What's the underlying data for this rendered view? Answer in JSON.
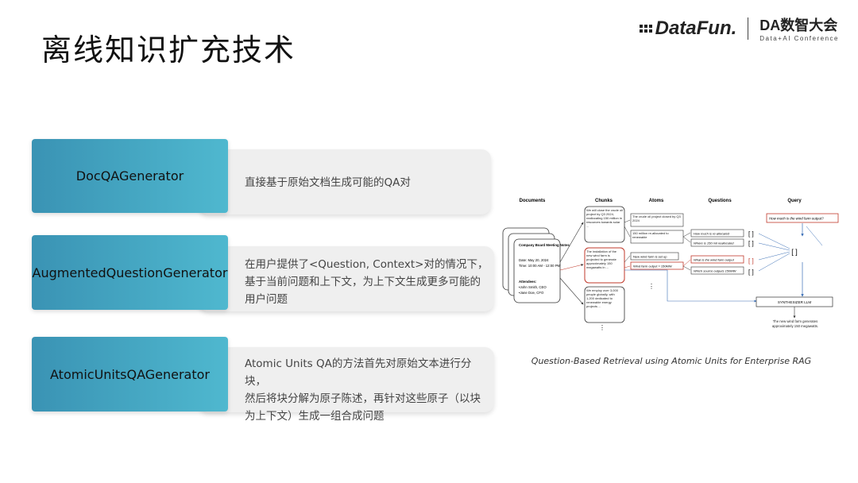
{
  "page": {
    "title": "离线知识扩充技术"
  },
  "brand": {
    "datafun": "DataFun.",
    "da_logo": "DA数智大会",
    "da_subtitle": "Data+AI Conference"
  },
  "generators": [
    {
      "name": "DocQAGenerator",
      "description": [
        "直接基于原始文档生成可能的QA对"
      ]
    },
    {
      "name": "AugmentedQuestionGenerator",
      "description": [
        "在用户提供了<Question, Context>对的情况下，",
        "基于当前问题和上下文，为上下文生成更多可能的",
        "用户问题"
      ]
    },
    {
      "name": "AtomicUnitsQAGenerator",
      "description": [
        "Atomic Units QA的方法首先对原始文本进行分块，",
        "然后将块分解为原子陈述，再针对这些原子（以块",
        "为上下文）生成一组合成问题"
      ]
    }
  ],
  "figure": {
    "columns": [
      "Documents",
      "Chunks",
      "Atoms",
      "Questions",
      "Query"
    ],
    "document": {
      "title": "Company Board Meeting Notes",
      "date": "Date: May 20, 2024",
      "time": "Time: 10:00 AM - 12:00 PM",
      "attendees_label": "Attendees:",
      "attendees": [
        "•John Smith, CEO",
        "•Jane Doe, CFO"
      ]
    },
    "chunks": [
      "We will close the crude oil project by Q3 2024, reallocating 150 million in resources towards solar ...",
      "The installation of the new wind farm is projected to generate approximately 150 megawatts in ...",
      "We employ over 3,000 people globally, with 1,200 dedicated to renewable energy projects ..."
    ],
    "atoms": [
      "The crude oil project closed by Q3 2024",
      "150 million re-allocated to renewable",
      "New wind farm is set up",
      "Wind farm output ≈ 150MW"
    ],
    "questions": [
      "How much is re-allocated",
      "Where is 150 mil reallocated",
      "What is the wind farm output",
      "Which source outputs 150MW"
    ],
    "query": "How much is the wind farm output?",
    "synth": "SYNTHESIZER LLM",
    "answer": "The new wind farm generates approximately 150 megawatts.",
    "caption": "Question-Based Retrieval using Atomic Units for Enterprise RAG"
  },
  "colors": {
    "gen_box_start": "#3a93b4",
    "gen_box_end": "#4fb8cf",
    "highlight_red": "#c0392b",
    "arrow_blue": "#3b6fb6"
  }
}
